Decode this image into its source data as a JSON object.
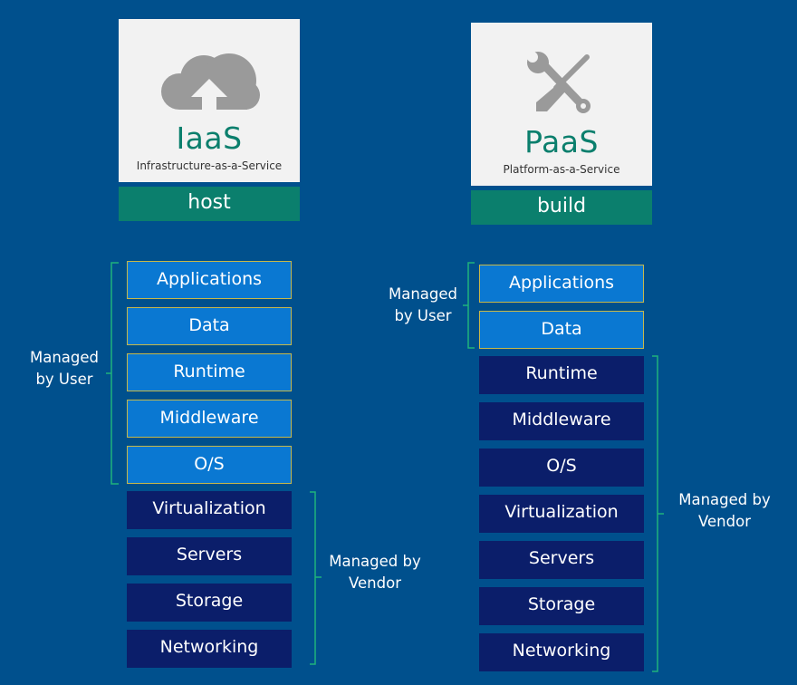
{
  "colors": {
    "background": "#00508d",
    "card": "#f2f2f2",
    "teal": "#0b7f6d",
    "user_box": "#0a78d2",
    "user_box_border": "#c6b84a",
    "vendor_box": "#0b1e6a",
    "bracket": "#1fb27c"
  },
  "iaas": {
    "icon": "cloud-upload-icon",
    "title": "IaaS",
    "subtitle": "Infrastructure-as-a-Service",
    "verb": "host",
    "user_layers": [
      "Applications",
      "Data",
      "Runtime",
      "Middleware",
      "O/S"
    ],
    "vendor_layers": [
      "Virtualization",
      "Servers",
      "Storage",
      "Networking"
    ],
    "user_label": [
      "Managed",
      "by User"
    ],
    "vendor_label": [
      "Managed by",
      "Vendor"
    ]
  },
  "paas": {
    "icon": "wrench-screwdriver-icon",
    "title": "PaaS",
    "subtitle": "Platform-as-a-Service",
    "verb": "build",
    "user_layers": [
      "Applications",
      "Data"
    ],
    "vendor_layers": [
      "Runtime",
      "Middleware",
      "O/S",
      "Virtualization",
      "Servers",
      "Storage",
      "Networking"
    ],
    "user_label": [
      "Managed",
      "by User"
    ],
    "vendor_label": [
      "Managed by",
      "Vendor"
    ]
  }
}
